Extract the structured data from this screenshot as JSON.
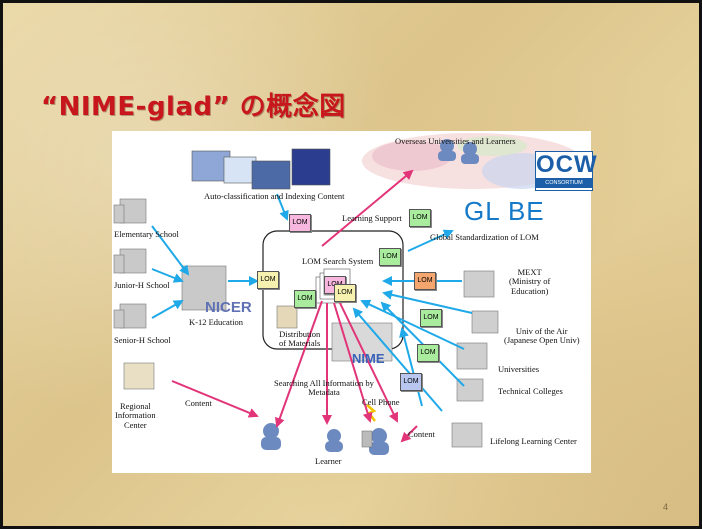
{
  "title": "“NIME-glad” の概念図",
  "page_number": "4",
  "diagram": {
    "labels": {
      "overseas": "Overseas Universities and Learners",
      "auto_class": "Auto-classification and Indexing Content",
      "learning_support": "Learning Support",
      "global_std": "Global Standardization of LOM",
      "lom_search": "LOM Search System",
      "elementary": "Elementary School",
      "junior": "Junior-H School",
      "senior": "Senior-H School",
      "k12": "K-12 Education",
      "distribution_1": "Distribution",
      "distribution_2": "of Materials",
      "mext_1": "MEXT",
      "mext_2": "(Ministry of",
      "mext_3": "Education)",
      "univ_air_1": "Univ of the Air",
      "univ_air_2": "(Japanese Open Univ)",
      "universities": "Universities",
      "technical": "Technical Colleges",
      "lifelong": "Lifelong Learning Center",
      "regional_1": "Regional",
      "regional_2": "Information",
      "regional_3": "Center",
      "content_left": "Content",
      "content_right": "Content",
      "searching_1": "Searching All Information by",
      "searching_2": "Metadata",
      "cell_phone": "Cell Phone",
      "learner": "Learner"
    },
    "lom_label": "LOM",
    "logos": {
      "ocw_big": "OCW",
      "ocw_small": "CONSORTIUM",
      "globe": "GL BE",
      "nicer": "NICER",
      "nime": "NIME"
    },
    "colors": {
      "blue_arrow": "#1fa9e8",
      "pink_arrow": "#e23478",
      "lom_pink": "#f7b7de",
      "lom_yellow": "#f7f1b0",
      "lom_green": "#a9ec9d",
      "lom_orange": "#f5a66e",
      "lom_blue": "#b9c7f0"
    }
  }
}
